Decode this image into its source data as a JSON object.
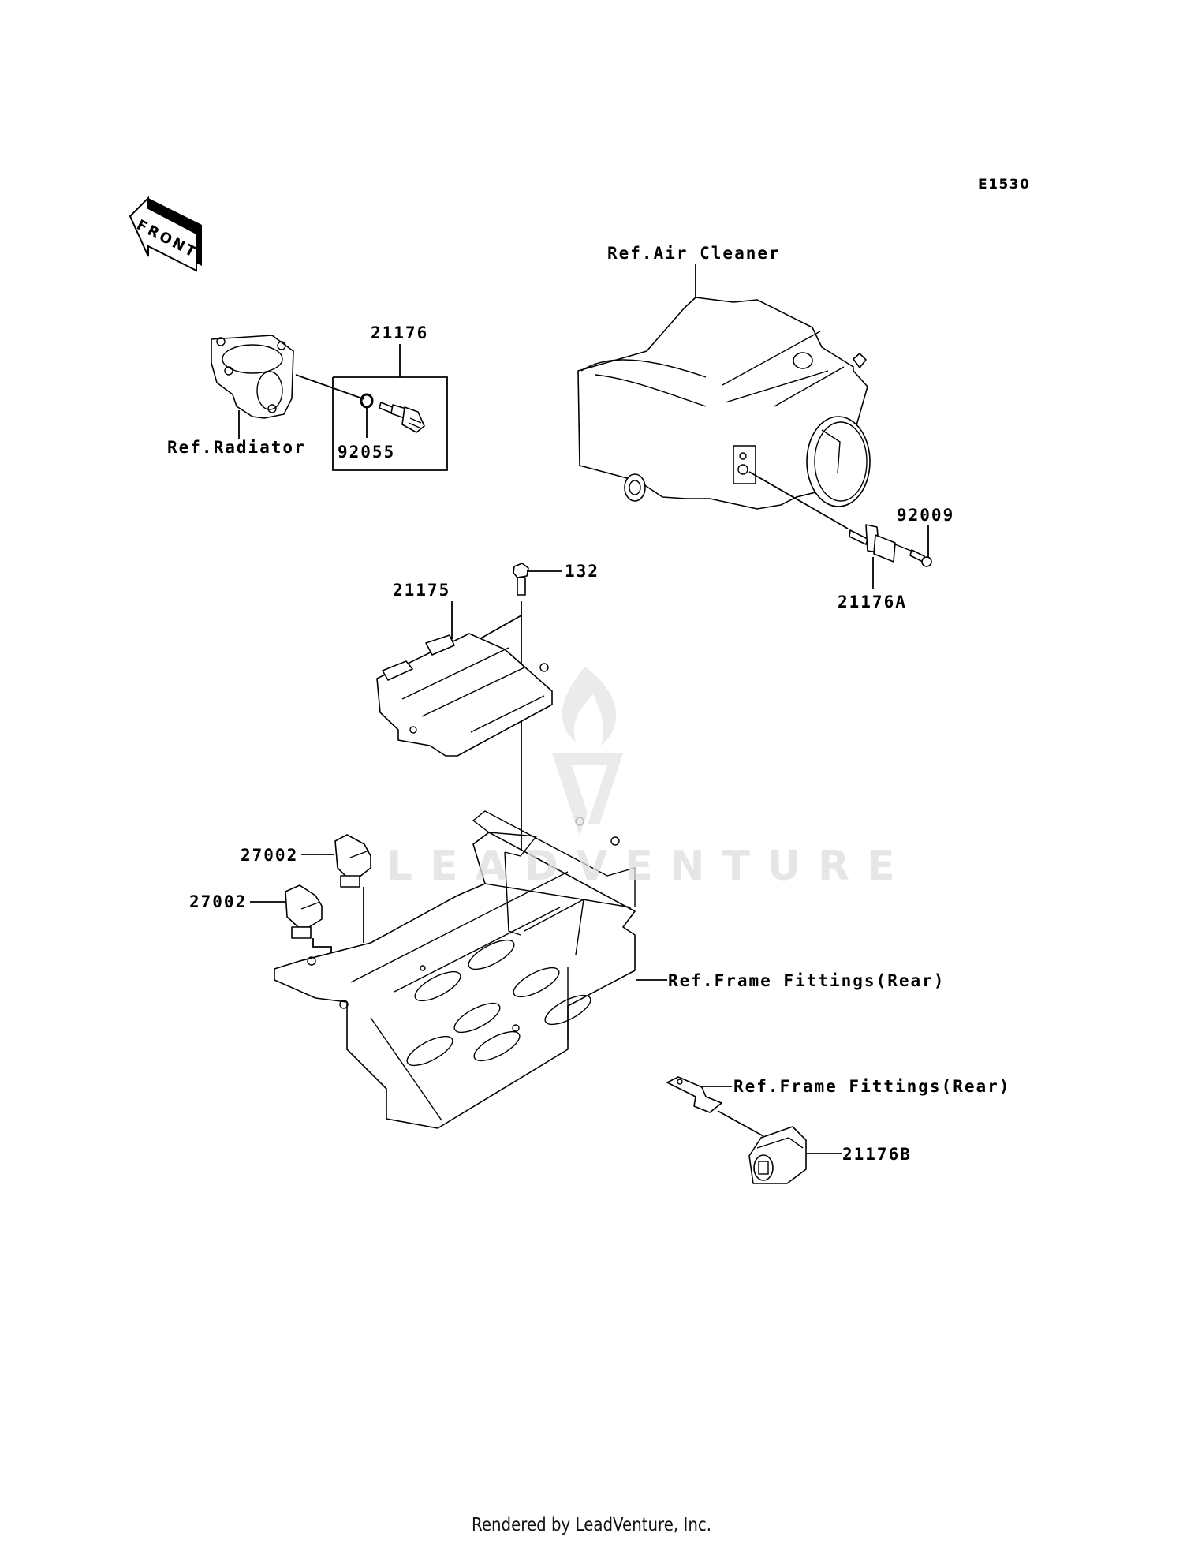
{
  "diagram_code": "E1530",
  "front_arrow_label": "FRONT",
  "watermark": {
    "text": "LEADVENTURE"
  },
  "callouts": {
    "ref_radiator": "Ref.Radiator",
    "part_21176": "21176",
    "part_92055": "92055",
    "ref_air_cleaner": "Ref.Air Cleaner",
    "part_92009": "92009",
    "part_21176A": "21176A",
    "part_132": "132",
    "part_21175": "21175",
    "part_27002_upper": "27002",
    "part_27002_lower": "27002",
    "ref_frame_fittings_rear_1": "Ref.Frame Fittings(Rear)",
    "ref_frame_fittings_rear_2": "Ref.Frame Fittings(Rear)",
    "part_21176B": "21176B"
  },
  "footer": "Rendered by LeadVenture, Inc."
}
